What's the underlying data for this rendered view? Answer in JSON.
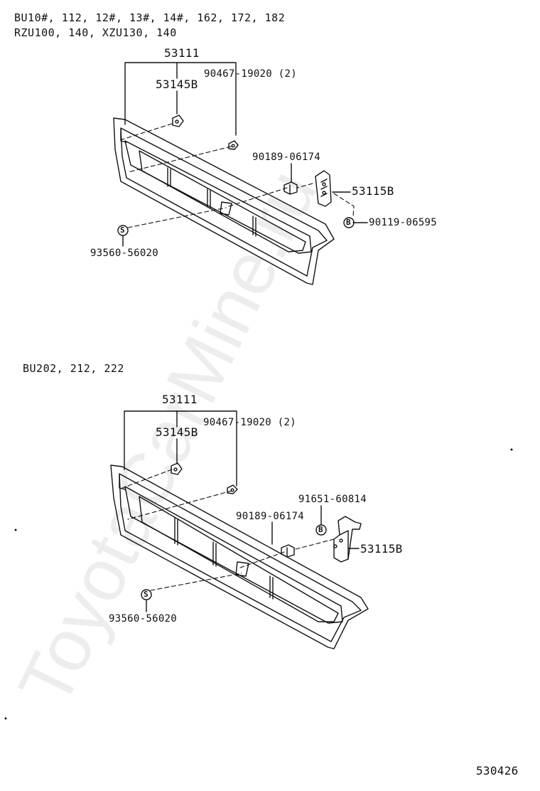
{
  "sections": [
    {
      "applicability": [
        "BU10#, 112, 12#, 13#, 14#, 162, 172, 182",
        "RZU100, 140, XZU130, 140"
      ],
      "callouts": {
        "grille": "53111",
        "clip": "53145B",
        "screw": "90467-19020 (2)",
        "nut_clip": "90189-06174",
        "bracket": "53115B",
        "bolt": "90119-06595",
        "screw_s": "93560-56020"
      },
      "symbols": {
        "s": "S",
        "b": "B"
      }
    },
    {
      "applicability": [
        "BU202, 212, 222"
      ],
      "callouts": {
        "grille": "53111",
        "clip": "53145B",
        "screw": "90467-19020 (2)",
        "bolt_b": "91651-60814",
        "nut_clip": "90189-06174",
        "bracket": "53115B",
        "screw_s": "93560-56020"
      },
      "symbols": {
        "s": "S",
        "b": "B"
      }
    }
  ],
  "diagram_number": "530426",
  "watermark": "ToyotaCarMine.ru"
}
